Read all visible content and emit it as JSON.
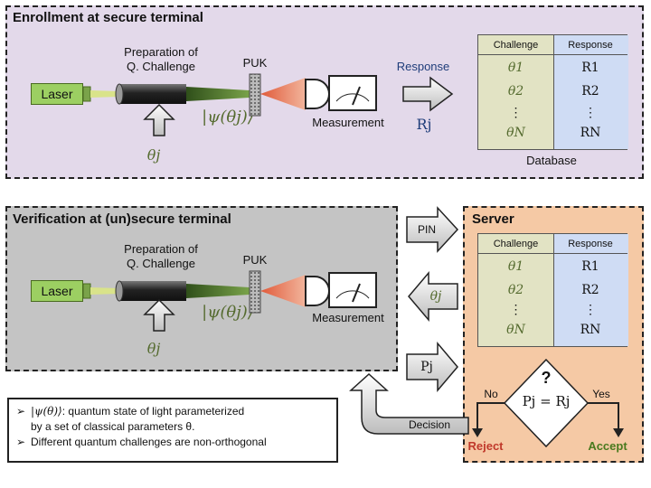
{
  "enrollment": {
    "title": "Enrollment at secure terminal",
    "laser": "Laser",
    "prep_line1": "Preparation of",
    "prep_line2": "Q. Challenge",
    "puk": "PUK",
    "theta_j": "θj",
    "psi": "|ψ(θj)⟩",
    "measurement": "Measurement",
    "response": "Response",
    "rj": "Rj",
    "database": "Database"
  },
  "verification": {
    "title": "Verification at  (un)secure terminal",
    "laser": "Laser",
    "prep_line1": "Preparation of",
    "prep_line2": "Q. Challenge",
    "puk": "PUK",
    "theta_j": "θj",
    "psi": "|ψ(θj)⟩",
    "measurement": "Measurement"
  },
  "table": {
    "challenge_header": "Challenge",
    "response_header": "Response",
    "challenges": [
      "θ1",
      "θ2",
      "⋮",
      "θN"
    ],
    "responses": [
      "R1",
      "R2",
      "⋮",
      "RN"
    ]
  },
  "server": {
    "title": "Server",
    "decision_q": "?",
    "decision_expr": "Pj = Rj",
    "no": "No",
    "yes": "Yes",
    "reject": "Reject",
    "accept": "Accept"
  },
  "arrows": {
    "pin": "PIN",
    "theta_j": "θj",
    "pj": "Pj",
    "decision": "Decision"
  },
  "notes": {
    "line1_math": "|ψ(θ)⟩",
    "line1_text": ": quantum state of light parameterized",
    "line1b": "by a set of classical parameters θ.",
    "line2": "Different quantum challenges are non-orthogonal"
  },
  "colors": {
    "enroll_bg": "#e3d9ea",
    "verify_bg": "#c4c4c4",
    "server_bg": "#f5c9a5",
    "challenge_col": "#e2e3c4",
    "response_col": "#cfdcf4",
    "laser_green": "#9ccf62",
    "reject_red": "#c0392b",
    "accept_green": "#4a7a1e"
  }
}
